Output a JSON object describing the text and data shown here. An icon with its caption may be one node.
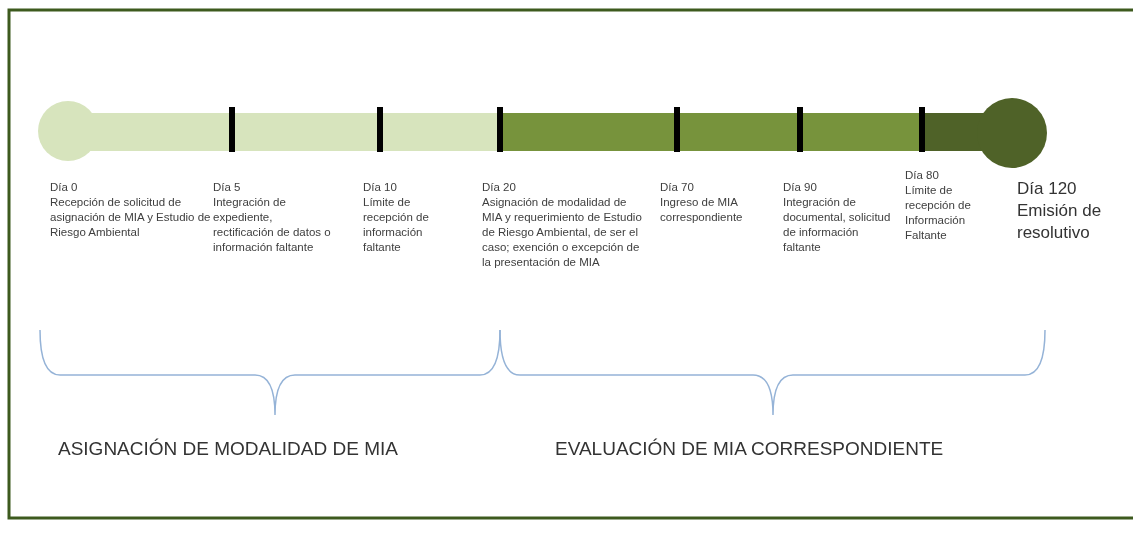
{
  "diagram": {
    "nodes": [
      {
        "text": [
          "Día 0",
          "Recepción de solicitud de asignación de MIA y Estudio de Riesgo Ambiental"
        ]
      },
      {
        "text": [
          "Día 5",
          "Integración de expediente, rectificación de datos o información faltante"
        ]
      },
      {
        "text": [
          "Día 10",
          "Límite de recepción de información faltante"
        ]
      },
      {
        "text": [
          "Día 20",
          "Asignación de modalidad de MIA y requerimiento de Estudio de Riesgo Ambiental, de ser el caso; exención o excepción de la presentación de MIA"
        ]
      },
      {
        "text": [
          "Día 70",
          "Ingreso de MIA correspondiente"
        ]
      },
      {
        "text": [
          "Día 90",
          "Integración de documental, solicitud de información faltante"
        ]
      },
      {
        "text": [
          "Día 80",
          "Límite de recepción de Información Faltante"
        ]
      },
      {
        "text": [
          "Día 120",
          "Emisión de resolutivo"
        ]
      }
    ],
    "labels": [
      "ASIGNACIÓN DE MODALIDAD DE MIA",
      "EVALUACIÓN DE MIA CORRESPONDIENTE"
    ]
  }
}
